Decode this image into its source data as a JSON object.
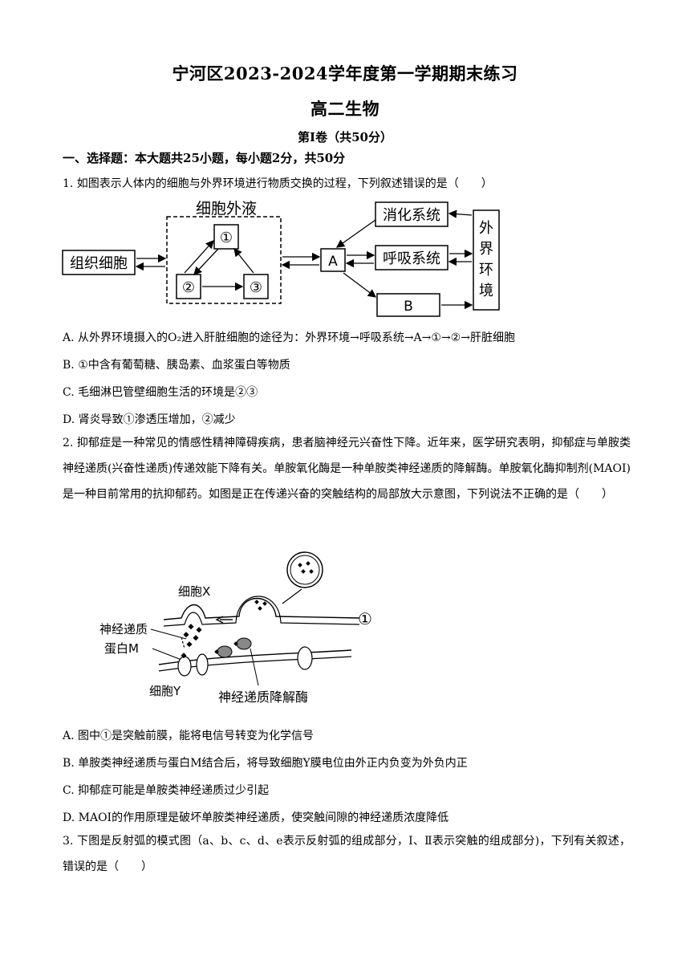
{
  "header": {
    "title": "宁河区2023-2024学年度第一学期期末练习",
    "subject": "高二生物",
    "part": "第Ⅰ卷（共50分）",
    "section": "一、选择题：本大题共25小题，每小题2分，共50分"
  },
  "q1": {
    "stem": "1. 如图表示人体内的细胞与外界环境进行物质交换的过程，下列叙述错误的是（　　）",
    "diagram": {
      "extracellular": "细胞外液",
      "tissue_cell": "组织细胞",
      "n1": "①",
      "n2": "②",
      "n3": "③",
      "a": "A",
      "b": "B",
      "digestive": "消化系统",
      "respiratory": "呼吸系统",
      "external": [
        "外",
        "界",
        "环",
        "境"
      ]
    },
    "options": [
      "A. 从外界环境摄入的O₂进入肝脏细胞的途径为：外界环境→呼吸系统→A→①→②→肝脏细胞",
      "B. ①中含有葡萄糖、胰岛素、血浆蛋白等物质",
      "C. 毛细淋巴管壁细胞生活的环境是②③",
      "D. 肾炎导致①渗透压增加，②减少"
    ]
  },
  "q2": {
    "stem": "2. 抑郁症是一种常见的情感性精神障碍疾病，患者脑神经元兴奋性下降。近年来，医学研究表明，抑郁症与单胺类神经递质(兴奋性递质)传递效能下降有关。单胺氧化酶是一种单胺类神经递质的降解酶。单胺氧化酶抑制剂(MAOI)是一种目前常用的抗抑郁药。如图是正在传递兴奋的突触结构的局部放大示意图，下列说法不正确的是（　　）",
    "diagram": {
      "cell_x": "细胞X",
      "transmitter": "神经递质",
      "protein_m": "蛋白M",
      "cell_y": "细胞Y",
      "enzyme": "神经递质降解酶",
      "n1": "①"
    },
    "options": [
      "A. 图中①是突触前膜，能将电信号转变为化学信号",
      "B. 单胺类神经递质与蛋白M结合后，将导致细胞Y膜电位由外正内负变为外负内正",
      "C. 抑郁症可能是单胺类神经递质过少引起",
      "D. MAOI的作用原理是破坏单胺类神经递质，使突触间隙的神经递质浓度降低"
    ]
  },
  "q3": {
    "stem": "3. 下图是反射弧的模式图（a、b、c、d、e表示反射弧的组成部分，Ⅰ、Ⅱ表示突触的组成部分)，下列有关叙述，错误的是（　　）"
  }
}
